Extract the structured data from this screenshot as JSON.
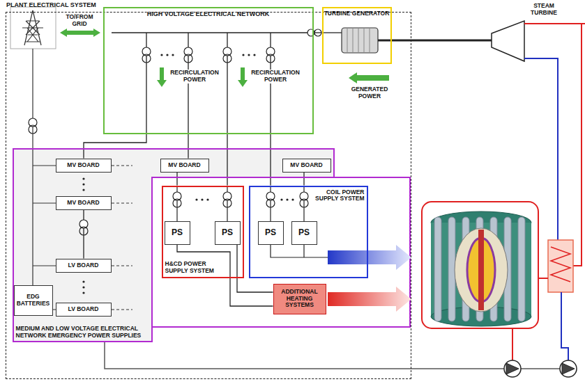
{
  "diagram": {
    "nodes": [
      {
        "text": [
          "PLANT ELECTRICAL SYSTEM"
        ]
      },
      {
        "text": [
          "HIGH VOLTAGE ELECTRICAL NETWORK"
        ],
        "in": 0
      },
      {
        "text": [
          "TURBINE GENERATOR"
        ],
        "in": 0
      },
      {
        "text": [
          "MEDIUM AND LOW VOLTAGE ELECTRICAL NETWORK EMERGENCY POWER SUPPLIES"
        ],
        "in": 0
      },
      {
        "text": [
          "MV BOARD"
        ],
        "in": 3
      },
      {
        "text": [
          "MV BOARD"
        ],
        "in": 3
      },
      {
        "text": [
          "MV BOARD"
        ],
        "in": 3
      },
      {
        "text": [
          "MV BOARD"
        ],
        "in": 3
      },
      {
        "text": [
          "H&CD POWER SUPPLY SYSTEM"
        ],
        "in": 0
      },
      {
        "text": [
          "PS"
        ],
        "in": 8
      },
      {
        "text": [
          "PS"
        ],
        "in": 8
      },
      {
        "text": [
          "COIL POWER SUPPLY SYSTEM"
        ],
        "in": 0
      },
      {
        "text": [
          "PS"
        ],
        "in": 11
      },
      {
        "text": [
          "PS"
        ],
        "in": 11
      },
      {
        "text": [
          "LV BOARD"
        ],
        "in": 3
      },
      {
        "text": [
          "ADDITIONAL HEATING SYSTEMS"
        ],
        "in": 0
      },
      {
        "text": [
          "EDG BATTERIES"
        ],
        "in": 3
      },
      {
        "text": [
          "LV BOARD"
        ],
        "in": 3
      }
    ],
    "edges": [
      {
        "from": 2,
        "to": 1,
        "arrow": "none"
      },
      {
        "from": 1,
        "to": 4,
        "arrow": "none"
      },
      {
        "from": 1,
        "to": 5,
        "arrow": "none"
      },
      {
        "from": 1,
        "to": 8,
        "arrow": "none"
      },
      {
        "from": 1,
        "to": 11,
        "arrow": "none"
      },
      {
        "from": 5,
        "to": 8,
        "arrow": "none"
      },
      {
        "from": 6,
        "to": 11,
        "arrow": "none"
      },
      {
        "from": 7,
        "to": 14,
        "arrow": "none"
      },
      {
        "from": 9,
        "to": 15,
        "arrow": "none"
      },
      {
        "from": 10,
        "to": 15,
        "arrow": "none"
      }
    ],
    "labels": [
      "TO/FROM GRID",
      "RECIRCULATION POWER",
      "RECIRCULATION POWER",
      "GENERATED POWER",
      "STEAM TURBINE"
    ]
  }
}
